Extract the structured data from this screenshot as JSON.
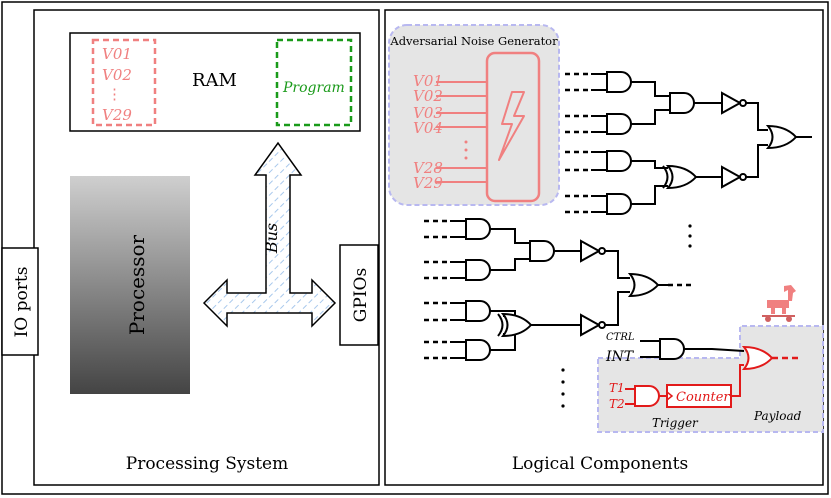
{
  "ram": {
    "label": "RAM",
    "vars_top": [
      "V01",
      "V02"
    ],
    "var_dots": "⋮",
    "var_bottom": "V29",
    "program": "Program"
  },
  "io_ports": "IO ports",
  "processor": "Processor",
  "bus": "Bus",
  "gpios": "GPIOs",
  "processing_system": "Processing System",
  "logical_components": "Logical Components",
  "noise_generator": {
    "title": "Adversarial Noise Generator",
    "inputs": [
      "V01",
      "V02",
      "V03",
      "V04",
      "V28",
      "V29"
    ]
  },
  "trojan": {
    "ctrl": "CTRL",
    "int": "INT",
    "t1": "T1",
    "t2": "T2",
    "counter": "Counter",
    "trigger": "Trigger",
    "payload": "Payload"
  },
  "colors": {
    "red": "#f08080",
    "red_strong": "#e21a1a",
    "green": "#1a9a1a",
    "noise_bg": "#e5e5e5",
    "noise_border": "#b8b8f0"
  }
}
